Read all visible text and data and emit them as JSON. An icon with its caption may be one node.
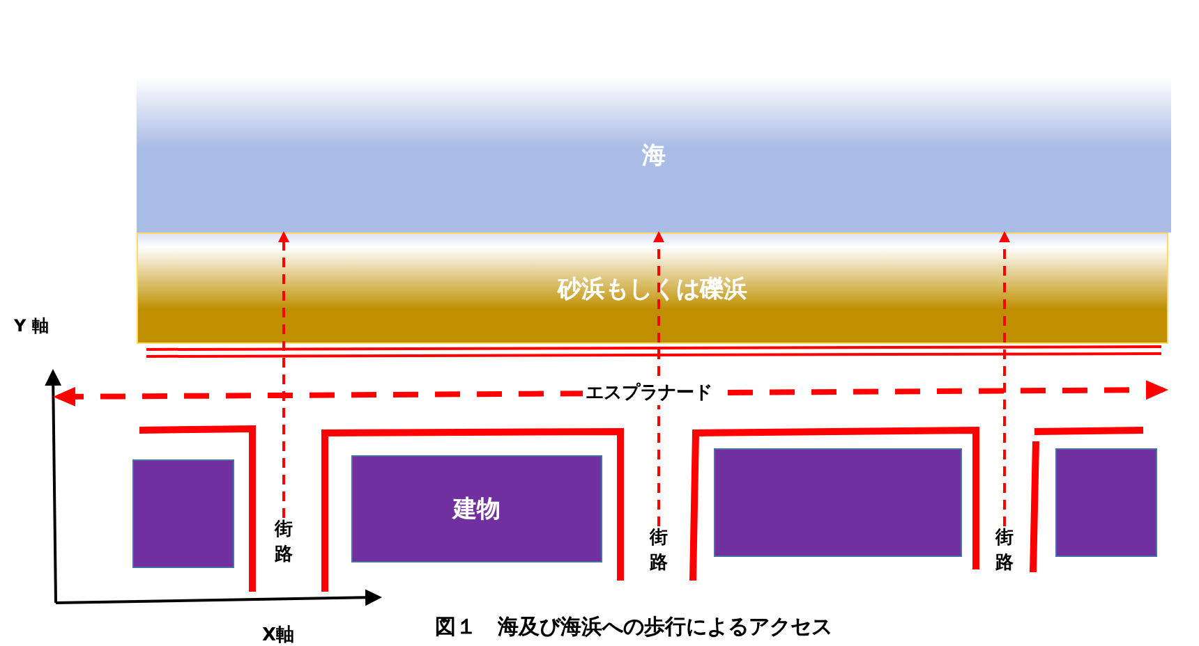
{
  "diagram": {
    "caption": "図１　海及び海浜への歩行によるアクセス",
    "nodes": [
      {
        "text": [
          "海"
        ]
      },
      {
        "text": [
          "砂浜もしくは礫浜"
        ]
      },
      {
        "text": [],
        "shape": "box"
      },
      {
        "text": [
          "建物"
        ]
      },
      {
        "text": [],
        "shape": "box"
      },
      {
        "text": [],
        "shape": "box"
      },
      {
        "text": [
          "街路"
        ]
      },
      {
        "text": [
          "街路"
        ]
      },
      {
        "text": [
          "街路"
        ]
      }
    ],
    "edges": [
      {
        "from": 6,
        "to": 1,
        "arrow": "to",
        "style": "dashed"
      },
      {
        "from": 7,
        "to": 1,
        "arrow": "to",
        "style": "dashed"
      },
      {
        "from": 8,
        "to": 1,
        "arrow": "to",
        "style": "dashed"
      }
    ],
    "labels": [
      "Y 軸",
      "エスプラナード",
      "X軸"
    ]
  }
}
